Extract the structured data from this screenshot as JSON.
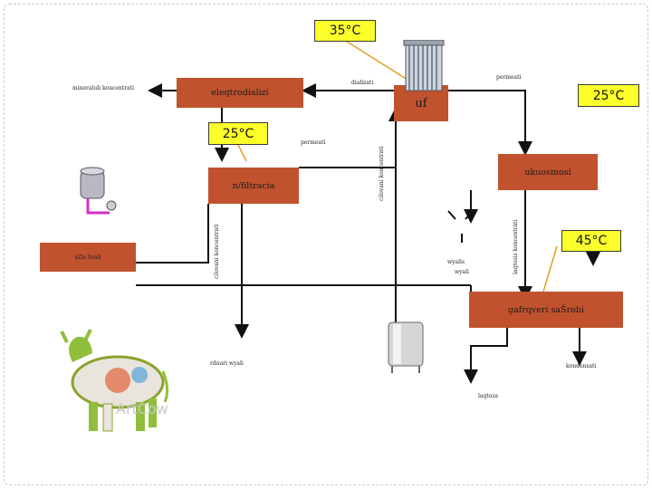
{
  "temperatures": {
    "top": "35°C",
    "right": "25°C",
    "left": "25°C",
    "hot": "45°C"
  },
  "boxes": {
    "electrodialysis": "eleqtrodializi",
    "uf": "uf",
    "nanofiltration": "n/filtracia",
    "whey": "xZis Sratì",
    "reverse_osmosis": "ukuosmosi",
    "evaporation": "gafrqveri saŠrobi"
  },
  "labels": {
    "mineral_concentrate": "mineraluli koncentrati",
    "dialysate": "dializati",
    "permeate_top": "permeati",
    "permeate_mid": "permeati",
    "protein_concentrate_uf": "cilovani koncentrati",
    "protein_concentrate_nf": "cilovani koncentrati",
    "lactose_concentrate": "laqtozis koncentrati",
    "purified_water_1": "wyalis",
    "purified_water_2": "wyali",
    "demineralized_water": "rdnari wyali",
    "condensate": "kondensati",
    "lactose": "laqtoza",
    "watermark": "ArtCow"
  },
  "colors": {
    "process_box": "#c0522e",
    "temperature_box": "#fbff2a",
    "flow_line": "#111111",
    "callout_line": "#e0a020"
  },
  "icons": [
    "membrane-module-icon",
    "storage-tank-icon",
    "evaporator-vessel-icon",
    "water-spray-icon",
    "cow-statue-icon"
  ]
}
